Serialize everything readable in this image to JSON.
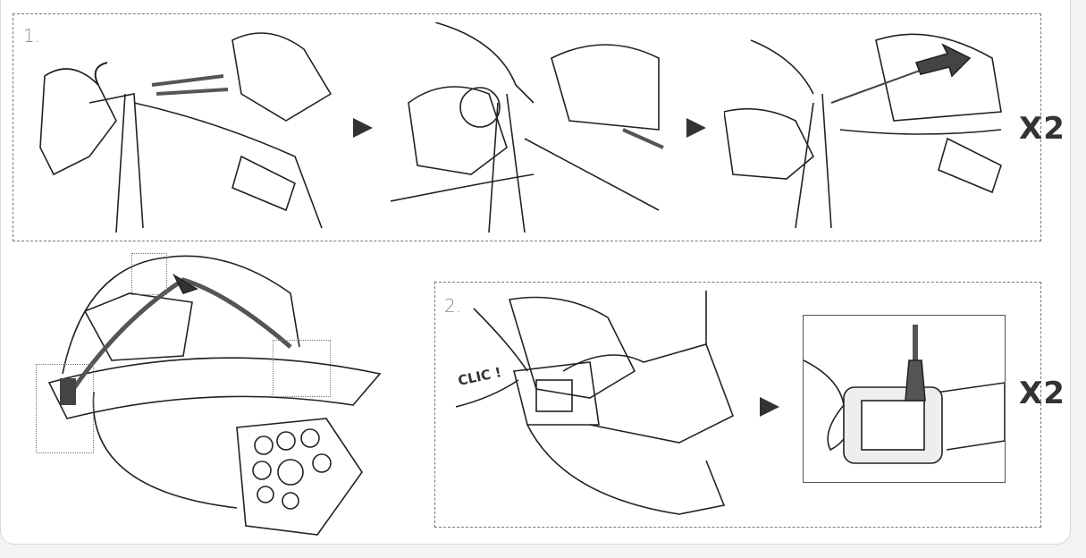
{
  "panel1": {
    "step_label": "1.",
    "repeat_label": "X2"
  },
  "panel2": {
    "step_label": "2.",
    "sound_label": "CLIC !",
    "repeat_label": "X2"
  }
}
